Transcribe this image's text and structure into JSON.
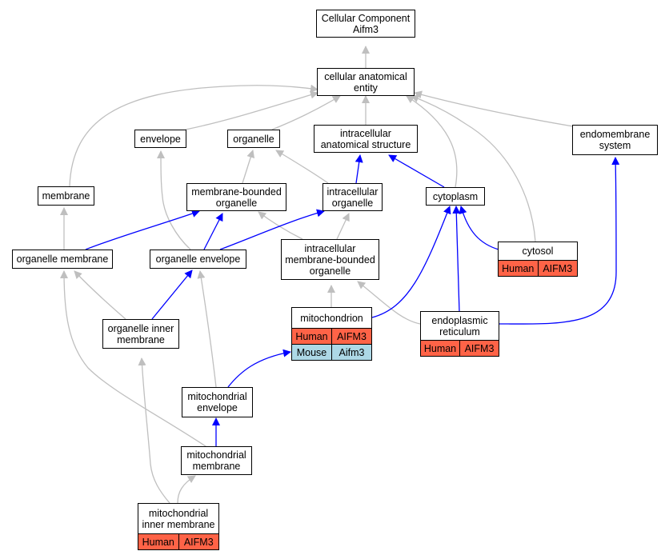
{
  "colors": {
    "is_a_edge": "#bfbfbf",
    "part_of_edge": "#0000ff",
    "human": "#ff6347",
    "mouse": "#add8e6"
  },
  "nodes": [
    {
      "id": "root",
      "lines": [
        "Cellular Component",
        "Aifm3"
      ]
    },
    {
      "id": "cae",
      "lines": [
        "cellular anatomical",
        "entity"
      ]
    },
    {
      "id": "envelope",
      "lines": [
        "envelope"
      ]
    },
    {
      "id": "organelle",
      "lines": [
        "organelle"
      ]
    },
    {
      "id": "ias",
      "lines": [
        "intracellular",
        "anatomical structure"
      ]
    },
    {
      "id": "endomembrane",
      "lines": [
        "endomembrane",
        "system"
      ]
    },
    {
      "id": "membrane",
      "lines": [
        "membrane"
      ]
    },
    {
      "id": "mbo",
      "lines": [
        "membrane-bounded",
        "organelle"
      ]
    },
    {
      "id": "io",
      "lines": [
        "intracellular",
        "organelle"
      ]
    },
    {
      "id": "cytoplasm",
      "lines": [
        "cytoplasm"
      ]
    },
    {
      "id": "om",
      "lines": [
        "organelle membrane"
      ]
    },
    {
      "id": "oe",
      "lines": [
        "organelle envelope"
      ]
    },
    {
      "id": "imbo",
      "lines": [
        "intracellular",
        "membrane-bounded",
        "organelle"
      ]
    },
    {
      "id": "cytosol",
      "lines": [
        "cytosol"
      ],
      "rows": [
        [
          "Human",
          "AIFM3"
        ]
      ]
    },
    {
      "id": "mito",
      "lines": [
        "mitochondrion"
      ],
      "rows": [
        [
          "Human",
          "AIFM3"
        ],
        [
          "Mouse",
          "Aifm3"
        ]
      ]
    },
    {
      "id": "oim",
      "lines": [
        "organelle inner",
        "membrane"
      ]
    },
    {
      "id": "er",
      "lines": [
        "endoplasmic",
        "reticulum"
      ],
      "rows": [
        [
          "Human",
          "AIFM3"
        ]
      ]
    },
    {
      "id": "menv",
      "lines": [
        "mitochondrial",
        "envelope"
      ]
    },
    {
      "id": "mmem",
      "lines": [
        "mitochondrial",
        "membrane"
      ]
    },
    {
      "id": "mim",
      "lines": [
        "mitochondrial",
        "inner membrane"
      ],
      "rows": [
        [
          "Human",
          "AIFM3"
        ]
      ]
    }
  ]
}
